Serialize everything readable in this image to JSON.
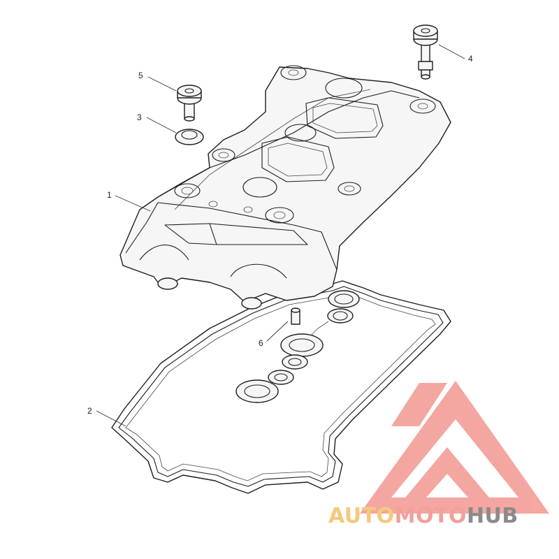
{
  "callouts": [
    {
      "id": "1",
      "label": "1"
    },
    {
      "id": "2",
      "label": "2"
    },
    {
      "id": "3",
      "label": "3"
    },
    {
      "id": "4",
      "label": "4"
    },
    {
      "id": "5",
      "label": "5"
    },
    {
      "id": "6",
      "label": "6"
    }
  ],
  "watermark": {
    "part1": "AUTO",
    "part2": "MOTO",
    "part3": "HUB",
    "colors": {
      "auto": "#f5c97a",
      "moto": "#f2a09a",
      "hub": "#8a8a8a",
      "logo": "#f4a29c"
    }
  }
}
